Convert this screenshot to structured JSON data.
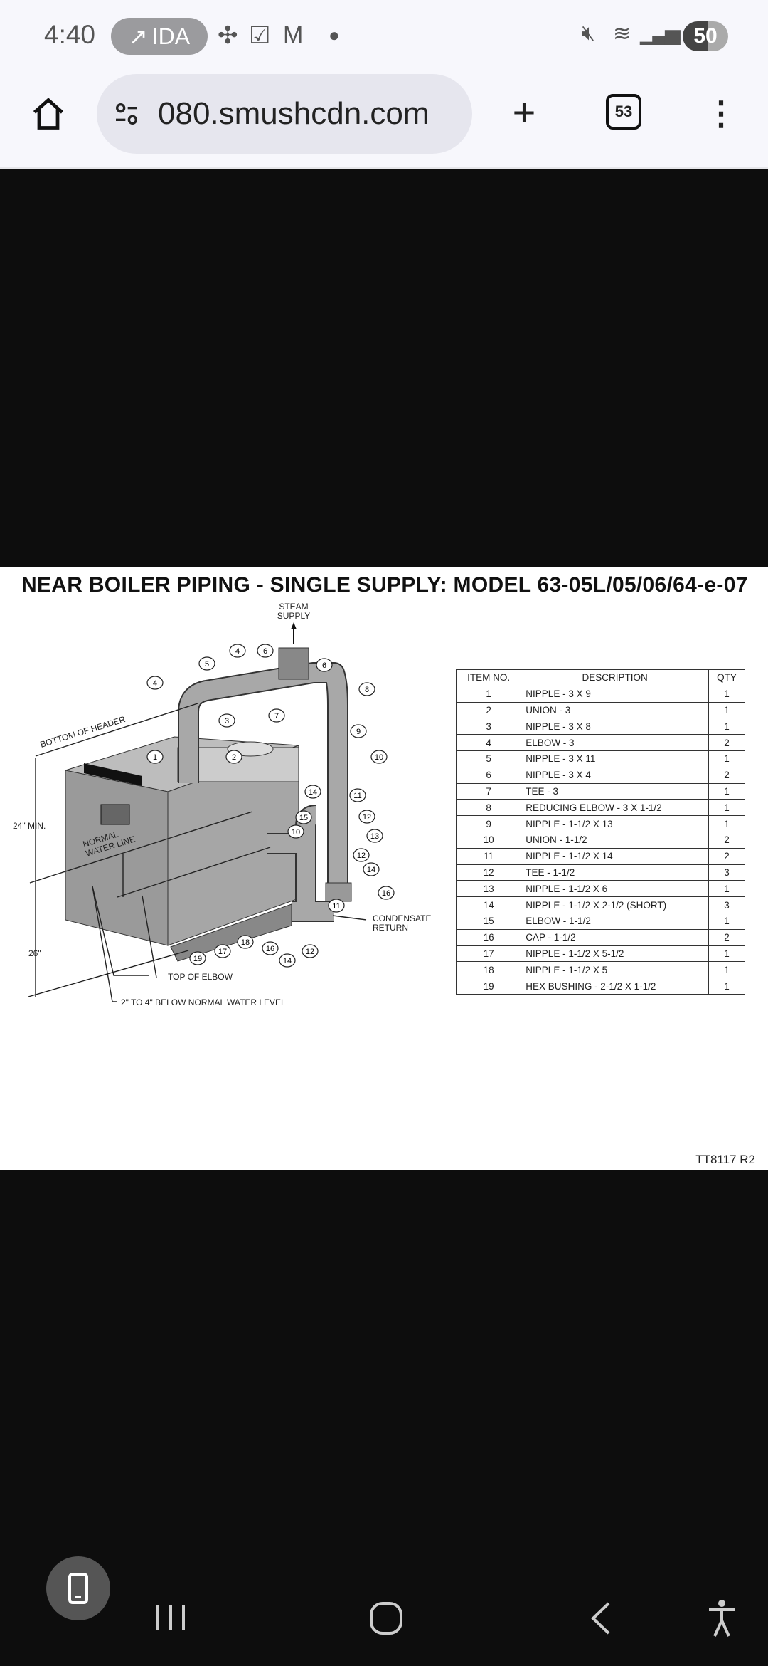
{
  "status_bar": {
    "time": "4:40",
    "pill_label": "IDA",
    "battery": "50",
    "icons": [
      "trending-up-icon",
      "fan-icon",
      "mail-check-icon",
      "gmail-icon",
      "dot-icon",
      "mute-icon",
      "wifi-icon",
      "signal-icon"
    ]
  },
  "browser": {
    "url": "080.smushcdn.com",
    "tab_count": "53"
  },
  "figure": {
    "title": "NEAR BOILER PIPING - SINGLE SUPPLY: MODEL 63-05L/05/06/64-e-07",
    "labels": {
      "steam_supply_1": "STEAM",
      "steam_supply_2": "SUPPLY",
      "bottom_header": "BOTTOM OF HEADER",
      "min24": "24\" MIN.",
      "normal_1": "NORMAL",
      "normal_2": "WATER LINE",
      "d26": "26\"",
      "top_elbow": "TOP OF ELBOW",
      "below": "2\" TO 4\" BELOW NORMAL WATER LEVEL",
      "cond_1": "CONDENSATE",
      "cond_2": "RETURN"
    },
    "callouts": [
      "4",
      "5",
      "4",
      "6",
      "6",
      "8",
      "7",
      "3",
      "9",
      "1",
      "2",
      "10",
      "14",
      "11",
      "15",
      "12",
      "10",
      "13",
      "12",
      "14",
      "16",
      "11",
      "19",
      "17",
      "18",
      "16",
      "14",
      "12"
    ],
    "table": {
      "headers": [
        "ITEM NO.",
        "DESCRIPTION",
        "QTY"
      ],
      "rows": [
        [
          "1",
          "NIPPLE - 3 X 9",
          "1"
        ],
        [
          "2",
          "UNION - 3",
          "1"
        ],
        [
          "3",
          "NIPPLE - 3 X 8",
          "1"
        ],
        [
          "4",
          "ELBOW - 3",
          "2"
        ],
        [
          "5",
          "NIPPLE - 3 X 11",
          "1"
        ],
        [
          "6",
          "NIPPLE - 3 X 4",
          "2"
        ],
        [
          "7",
          "TEE - 3",
          "1"
        ],
        [
          "8",
          "REDUCING ELBOW - 3 X 1-1/2",
          "1"
        ],
        [
          "9",
          "NIPPLE - 1-1/2 X 13",
          "1"
        ],
        [
          "10",
          "UNION - 1-1/2",
          "2"
        ],
        [
          "11",
          "NIPPLE - 1-1/2 X 14",
          "2"
        ],
        [
          "12",
          "TEE - 1-1/2",
          "3"
        ],
        [
          "13",
          "NIPPLE - 1-1/2 X 6",
          "1"
        ],
        [
          "14",
          "NIPPLE - 1-1/2 X 2-1/2 (SHORT)",
          "3"
        ],
        [
          "15",
          "ELBOW - 1-1/2",
          "1"
        ],
        [
          "16",
          "CAP - 1-1/2",
          "2"
        ],
        [
          "17",
          "NIPPLE - 1-1/2 X 5-1/2",
          "1"
        ],
        [
          "18",
          "NIPPLE - 1-1/2 X 5",
          "1"
        ],
        [
          "19",
          "HEX BUSHING - 2-1/2 X 1-1/2",
          "1"
        ]
      ]
    },
    "doc_id": "TT8117 R2"
  }
}
